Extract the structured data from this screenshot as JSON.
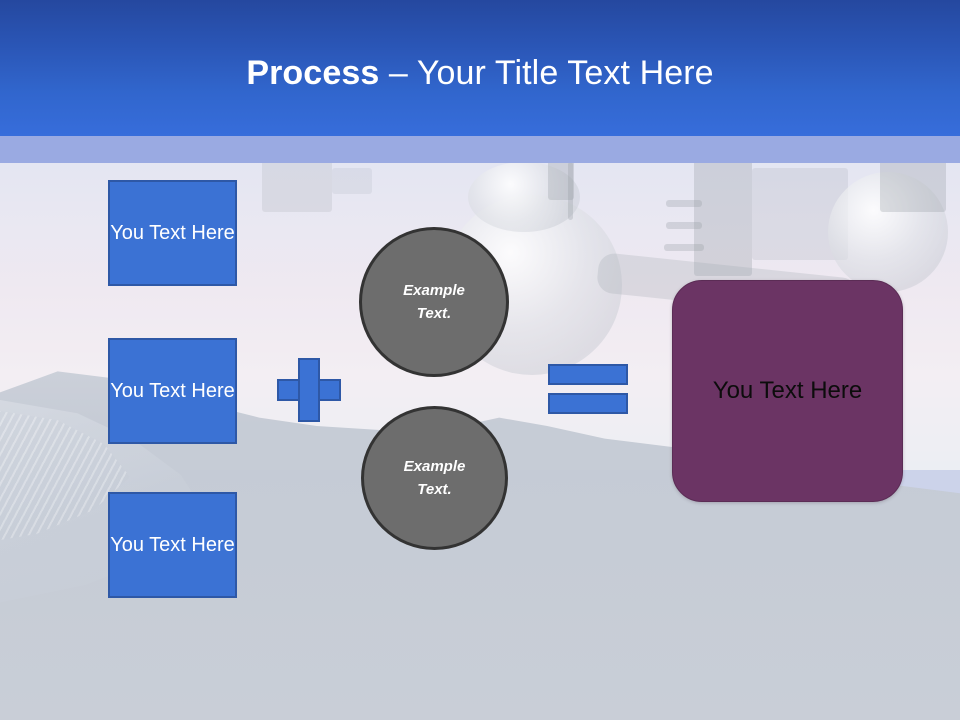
{
  "slide": {
    "title": {
      "bold_part": "Process",
      "light_part": " – Your Title Text Here"
    },
    "colors": {
      "header_blue": "#2a55b5",
      "header_accent": "#9aaae2",
      "box_blue_fill": "#3b72d4",
      "box_blue_border": "#2e58a6",
      "circle_gray_fill": "#6d6d6d",
      "circle_gray_border": "#333333",
      "result_purple": "#6b3464",
      "title_text": "#ffffff",
      "result_text": "#0c0c0c"
    },
    "background": {
      "description": "faded photograph of industrial machinery against sky with gray cliff below"
    },
    "input_boxes": [
      {
        "text": "You Text Here"
      },
      {
        "text": "You Text Here"
      },
      {
        "text": "You Text Here"
      }
    ],
    "operators": {
      "plus": "+",
      "equals": "="
    },
    "circles": [
      {
        "line1": "Example",
        "line2": "Text."
      },
      {
        "line1": "Example",
        "line2": "Text."
      }
    ],
    "result_box": {
      "text": "You Text Here"
    }
  }
}
